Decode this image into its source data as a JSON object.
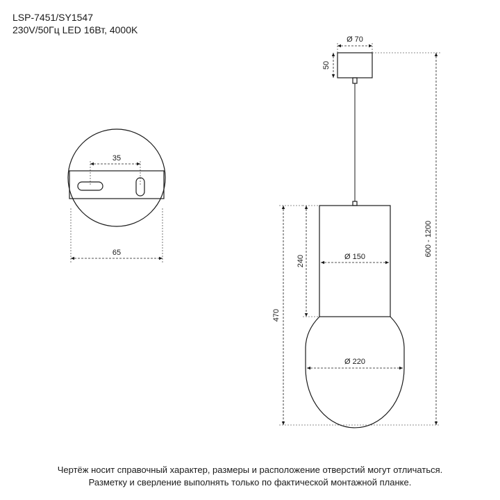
{
  "header": {
    "model": "LSP-7451/SY1547",
    "specs": "230V/50Гц  LED 16Вт, 4000K"
  },
  "drawing": {
    "canopy_diameter": "Ø 70",
    "canopy_height": "50",
    "shade_diameter": "Ø 150",
    "shade_height": "240",
    "globe_diameter": "Ø 220",
    "total_height": "470",
    "hang_range": "600 - 1200",
    "plate_hole_spacing": "35",
    "plate_width": "65"
  },
  "footer": {
    "line1": "Чертёж носит справочный характер, размеры и расположение отверстий могут отличаться.",
    "line2": "Разметку и сверление выполнять только по фактической монтажной планке."
  }
}
